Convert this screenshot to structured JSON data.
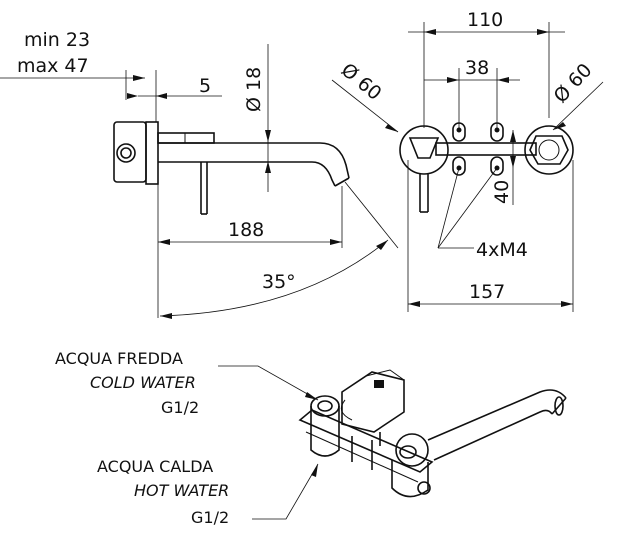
{
  "side_view": {
    "depth_min": "min 23",
    "depth_max": "max 47",
    "offset": "5",
    "spout_diameter": "Ø 18",
    "spout_length": "188",
    "rotation_angle": "35°"
  },
  "front_view": {
    "width_total": "110",
    "mount_spacing": "38",
    "left_rosette": "Ø 60",
    "right_rosette": "Ø 60",
    "mount_height": "40",
    "screws": "4xM4",
    "overall_width": "157"
  },
  "connections": {
    "cold_it": "ACQUA FREDDA",
    "cold_en": "COLD WATER",
    "cold_size": "G1/2",
    "hot_it": "ACQUA CALDA",
    "hot_en": "HOT WATER",
    "hot_size": "G1/2"
  }
}
